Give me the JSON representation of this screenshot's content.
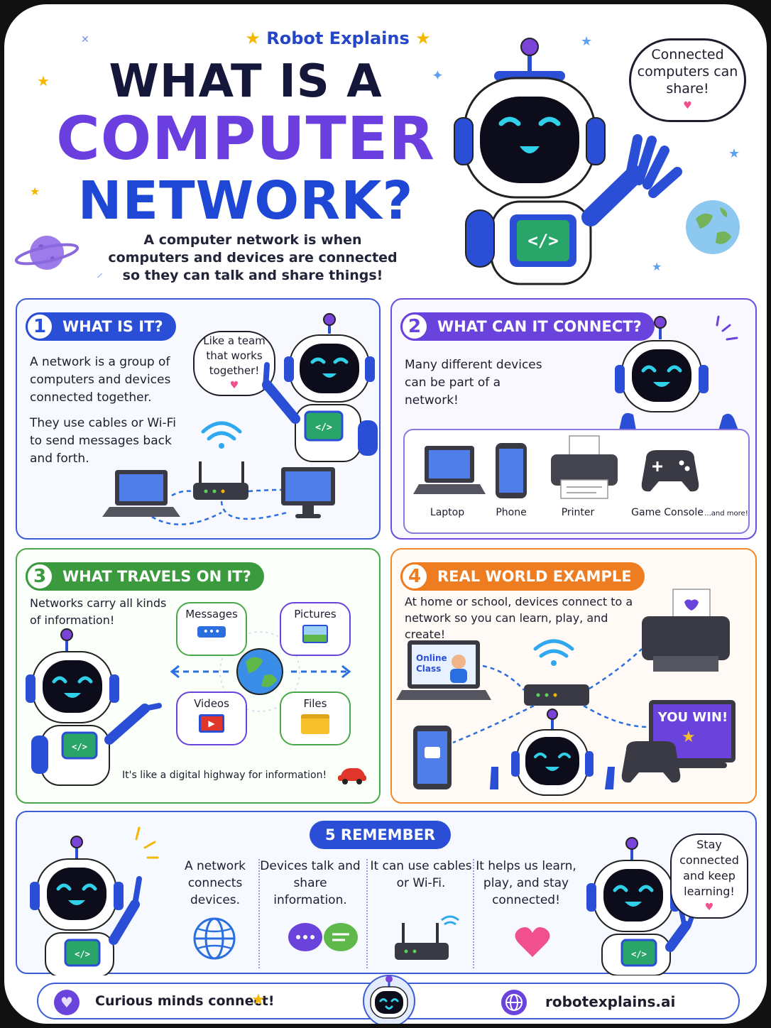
{
  "header": {
    "brand": "Robot Explains",
    "title_line1": "WHAT IS A",
    "title_line2": "COMPUTER",
    "title_line3": "NETWORK?",
    "intro": "A computer network is when computers and devices are connected so they can talk and share things!",
    "robot_bubble": "Connected computers can share!"
  },
  "section1": {
    "number": "1",
    "title": "WHAT IS IT?",
    "para1": "A network is a group of computers and devices connected together.",
    "para2": "They use cables or Wi-Fi to send messages back and forth.",
    "bubble": "Like a team that works together!"
  },
  "section2": {
    "number": "2",
    "title": "WHAT CAN IT CONNECT?",
    "text": "Many different devices can be part of a network!",
    "devices": [
      "Laptop",
      "Phone",
      "Printer",
      "Game Console"
    ],
    "more": "...and more!"
  },
  "section3": {
    "number": "3",
    "title": "WHAT TRAVELS ON IT?",
    "text": "Networks carry all kinds of information!",
    "items": [
      "Messages",
      "Pictures",
      "Videos",
      "Files"
    ],
    "caption": "It's like a digital highway for information!"
  },
  "section4": {
    "number": "4",
    "title": "REAL WORLD EXAMPLE",
    "text": "At home or school, devices connect to a network so you can learn, play, and create!",
    "screen_label": "Online Class",
    "game_label": "YOU WIN!"
  },
  "section5": {
    "title": "5 REMEMBER",
    "points": [
      "A network connects devices.",
      "Devices talk and share information.",
      "It can use cables or Wi-Fi.",
      "It helps us learn, play, and stay connected!"
    ],
    "bubble": "Stay connected and keep learning!"
  },
  "footer": {
    "left": "Curious minds connect!",
    "right": "robotexplains.ai"
  },
  "colors": {
    "blue": "#2a4fd6",
    "purple": "#6a42dc",
    "green": "#3c9a3e",
    "orange": "#ee7d22",
    "navy": "#14163a"
  }
}
